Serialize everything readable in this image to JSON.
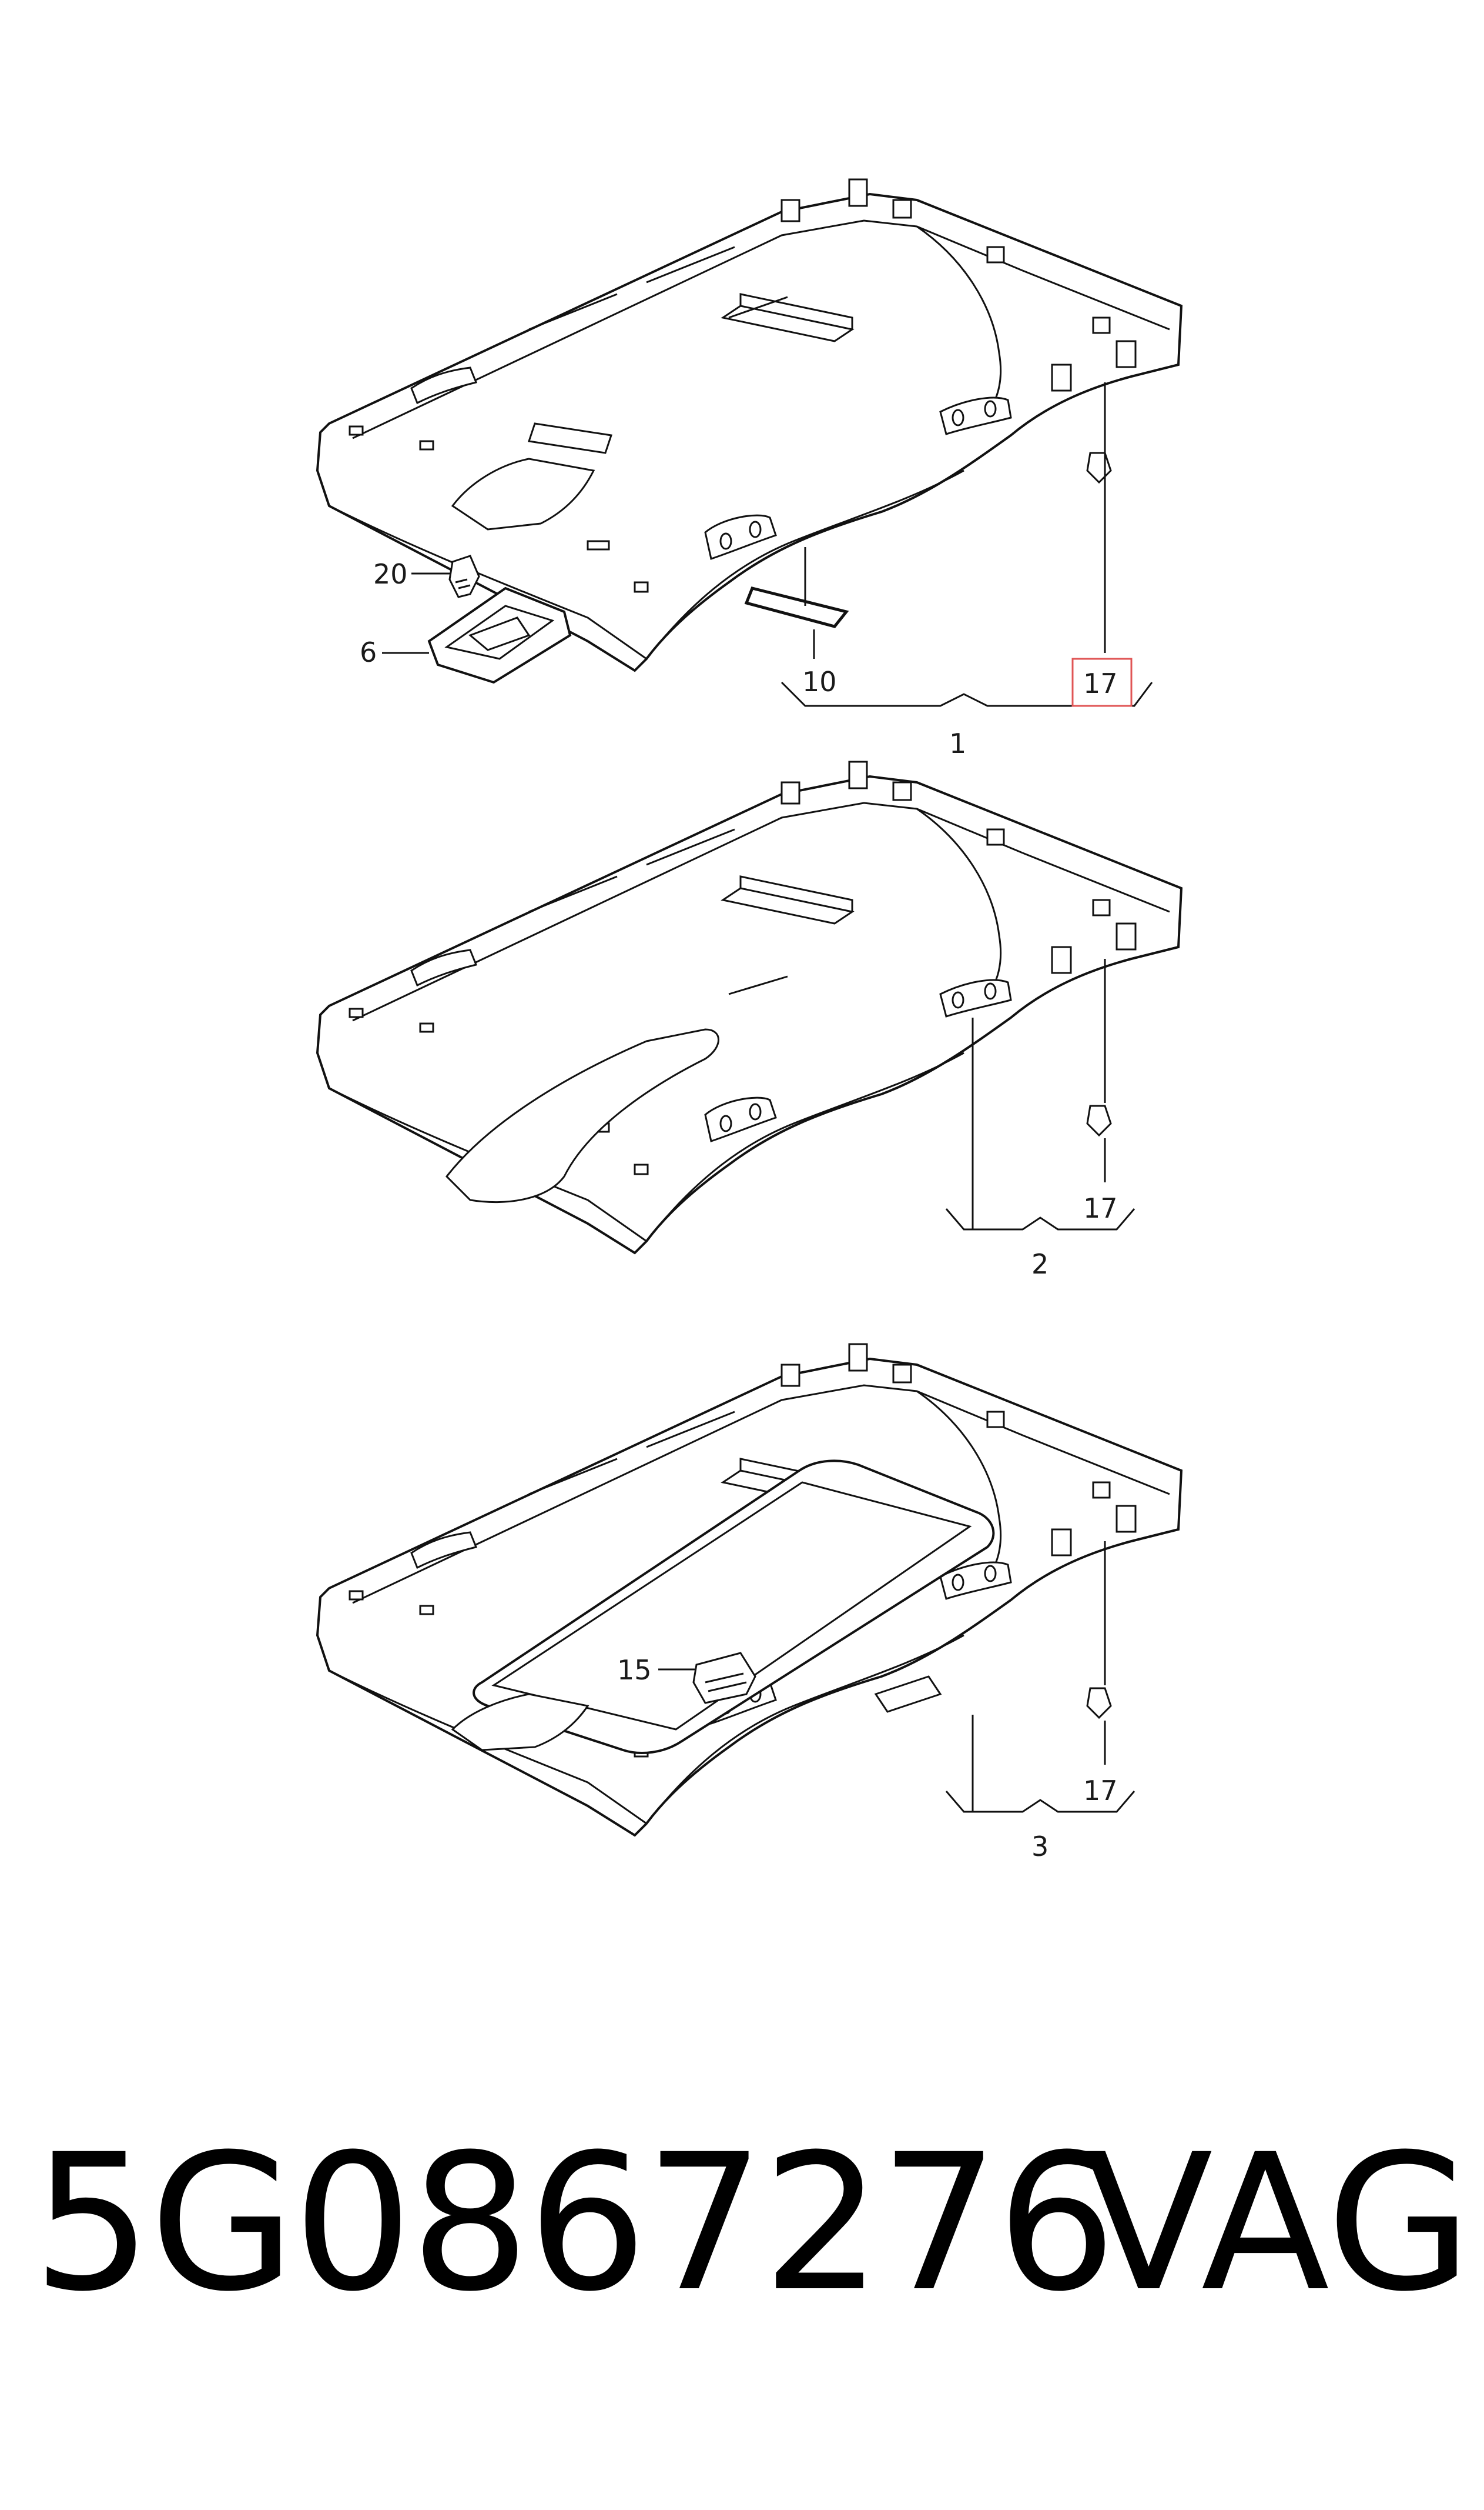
{
  "diagram": {
    "panel_a": {
      "callouts": {
        "c20": "20",
        "c6": "6",
        "c10": "10",
        "c17": "17",
        "c1": "1"
      },
      "highlight_color": "#e05555"
    },
    "panel_b": {
      "callouts": {
        "c17": "17",
        "c2": "2"
      }
    },
    "panel_c": {
      "callouts": {
        "c15": "15",
        "c17": "17",
        "c3": "3"
      }
    }
  },
  "footer": {
    "part_number": "5G0867276",
    "brand": "VAG"
  }
}
